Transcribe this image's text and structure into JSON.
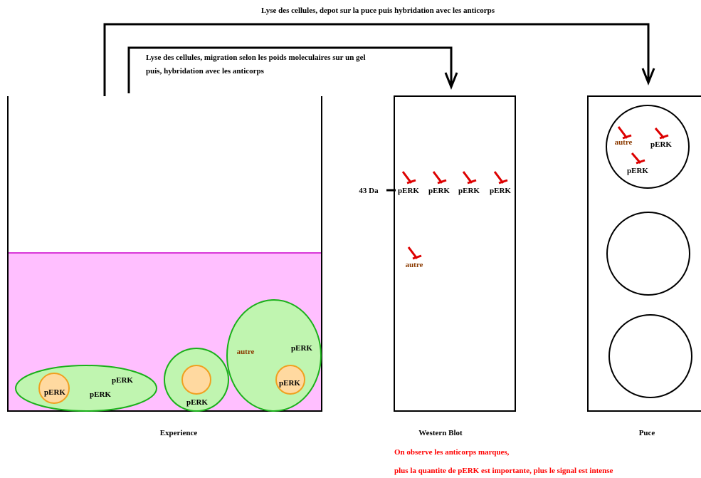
{
  "arrows": {
    "top": "Lyse des cellules, depot sur la puce puis hybridation avec les anticorps",
    "inner_line1": "Lyse des cellules, migration selon les poids moleculaires sur un gel",
    "inner_line2": "puis, hybridation avec les anticorps"
  },
  "experience": {
    "caption": "Experience",
    "cell1": {
      "nucleus_label": "pERK",
      "labels": [
        "pERK",
        "pERK"
      ]
    },
    "cell2": {
      "label": "pERK"
    },
    "cell3": {
      "autre": "autre",
      "labels": [
        "pERK",
        "pERK"
      ]
    }
  },
  "western_blot": {
    "caption": "Western Blot",
    "marker": "43 Da",
    "bands": [
      "pERK",
      "pERK",
      "pERK",
      "pERK"
    ],
    "other": "autre"
  },
  "puce": {
    "caption": "Puce",
    "spot1": {
      "autre": "autre",
      "labels": [
        "pERK",
        "pERK"
      ]
    }
  },
  "note": {
    "line1": "On observe les anticorps marques,",
    "line2": "plus la quantite de pERK est importante, plus le signal est intense"
  },
  "colors": {
    "medium": "#ffbfff",
    "medium_line": "#cc00cc",
    "cell_fill": "#c0f5b0",
    "cell_stroke": "#1ab01a",
    "nucleus_fill": "#ffd9a0",
    "nucleus_stroke": "#f0a020",
    "antibody": "#dd0000",
    "autre_text": "#8b3a00",
    "note_text": "#ff0000"
  }
}
